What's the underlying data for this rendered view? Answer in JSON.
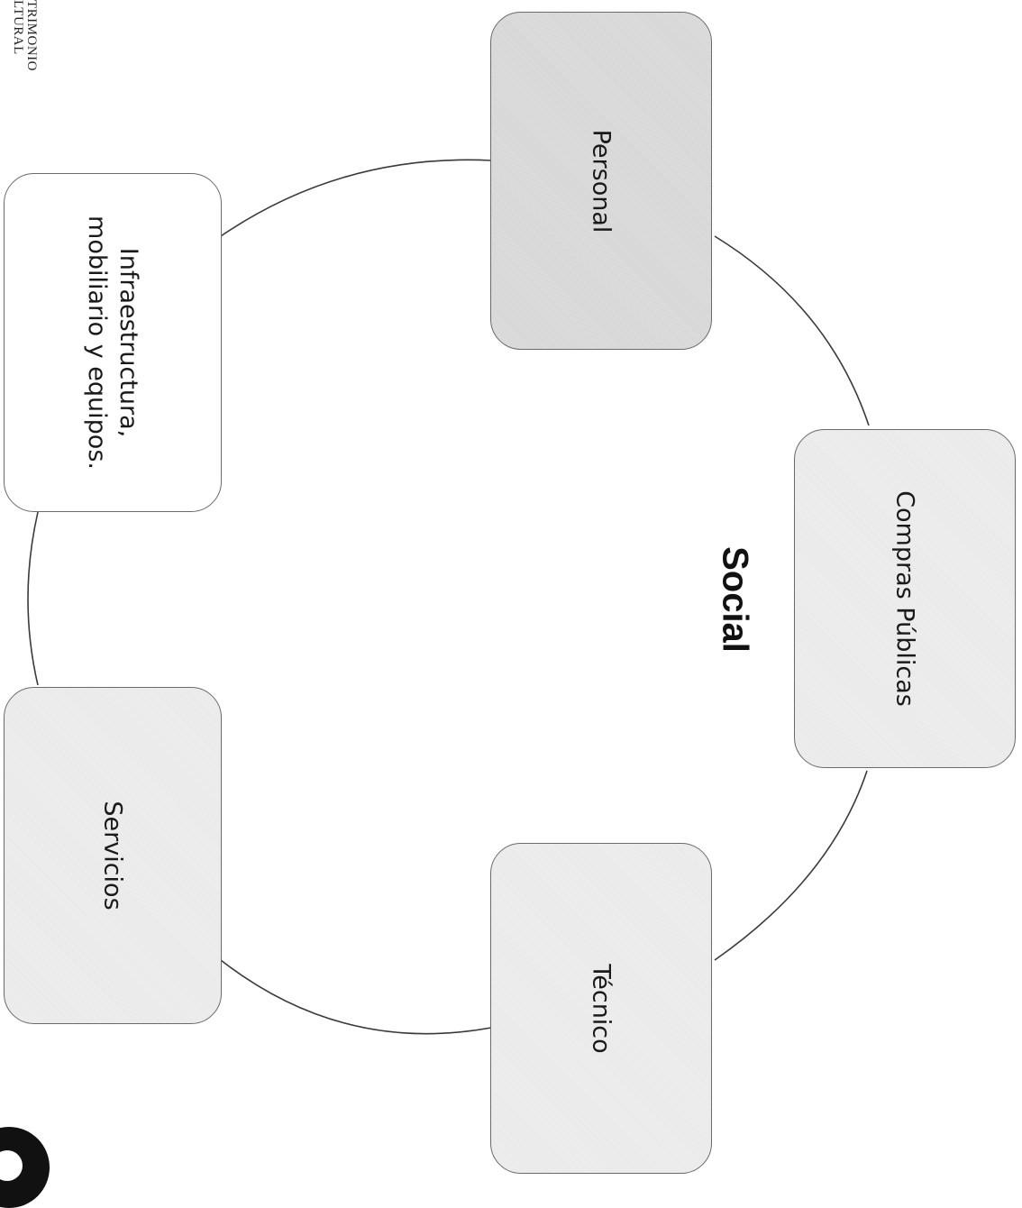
{
  "header": {
    "institution_text": "TRIMONIO\nLTURAL"
  },
  "center": {
    "title": "Social"
  },
  "nodes": {
    "personal": {
      "label": "Personal"
    },
    "compras": {
      "label": "Compras Públicas"
    },
    "tecnico": {
      "label": "Técnico"
    },
    "servicios": {
      "label": "Servicios"
    },
    "infraestructura": {
      "label": "Infraestructura,\nmobiliario y equipos."
    }
  },
  "colors": {
    "shaded_fill": "#d9d9d9",
    "light_fill": "#ececec",
    "border": "#6a6a6a",
    "cycle_line": "#3a3a3a"
  }
}
